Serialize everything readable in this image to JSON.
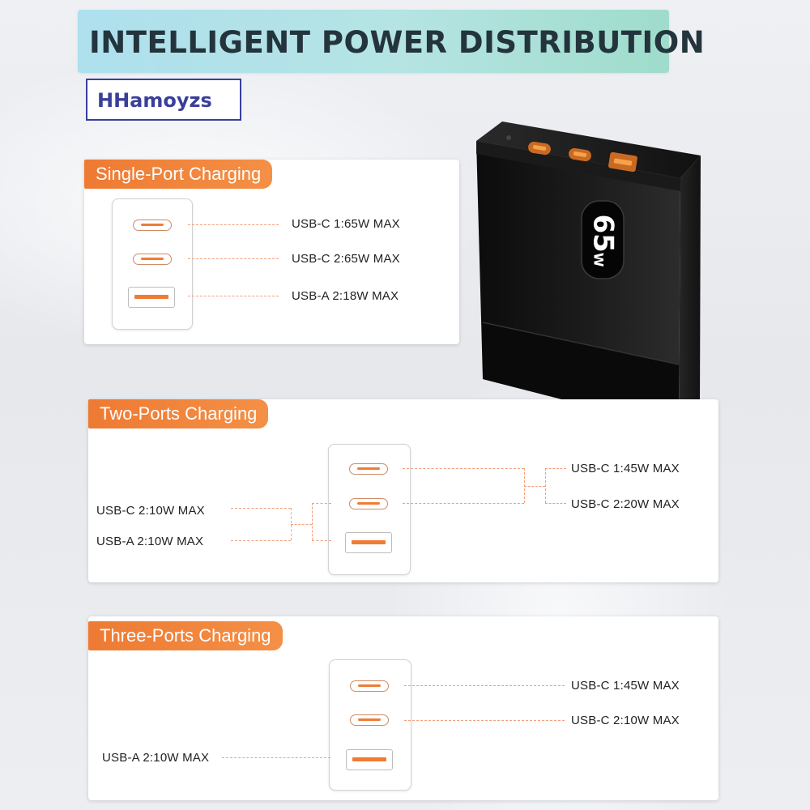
{
  "banner": {
    "title": "INTELLIGENT POWER DISTRIBUTION"
  },
  "brand": {
    "name": "HHamoyzs"
  },
  "charger": {
    "badge_number": "65",
    "badge_unit": "W"
  },
  "colors": {
    "accent_orange": "#f07c34",
    "banner_teal": "#aee0ee",
    "brand_blue": "#3a3f9a"
  },
  "single_port": {
    "title": "Single-Port Charging",
    "labels": [
      "USB-C 1:65W MAX",
      "USB-C 2:65W MAX",
      "USB-A 2:18W MAX"
    ]
  },
  "two_ports": {
    "title": "Two-Ports Charging",
    "right_labels": [
      "USB-C 1:45W MAX",
      "USB-C 2:20W MAX"
    ],
    "left_labels": [
      "USB-C 2:10W MAX",
      "USB-A 2:10W MAX"
    ]
  },
  "three_ports": {
    "title": "Three-Ports Charging",
    "right_labels": [
      "USB-C 1:45W MAX",
      "USB-C 2:10W MAX"
    ],
    "left_label": "USB-A 2:10W MAX"
  }
}
